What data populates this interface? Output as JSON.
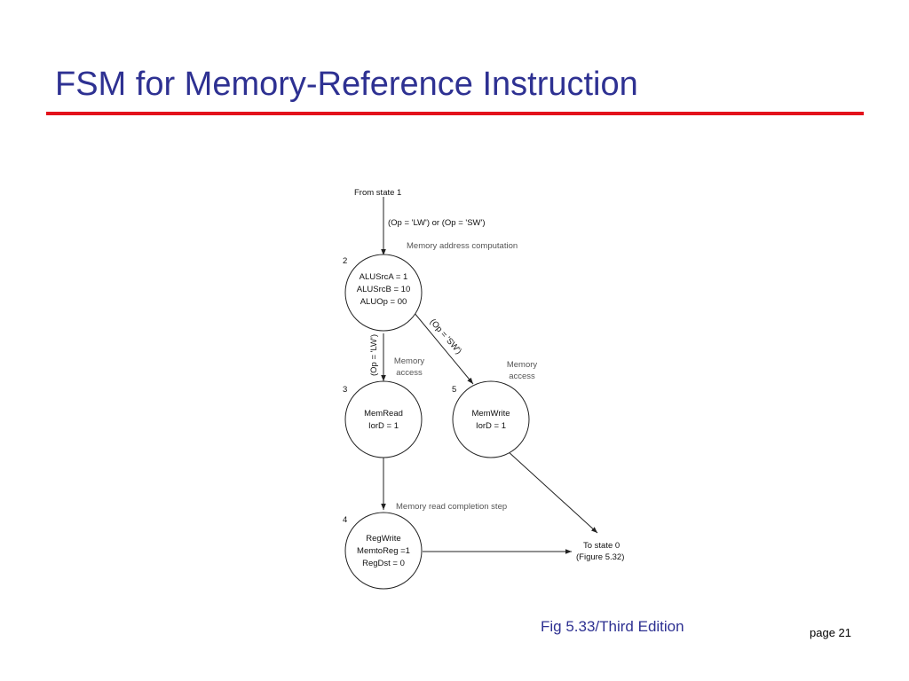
{
  "slide": {
    "title": "FSM for Memory-Reference Instruction",
    "caption": "Fig 5.33/Third Edition",
    "page": "page 21",
    "title_color": "#2e3192",
    "rule_color": "#e3121b"
  },
  "diagram": {
    "from_state": "From state 1",
    "entry_condition": "(Op = 'LW') or (Op = 'SW')",
    "stage_address": "Memory address computation",
    "stage_access_left_1": "Memory",
    "stage_access_left_2": "access",
    "stage_access_right_1": "Memory",
    "stage_access_right_2": "access",
    "stage_completion": "Memory read completion step",
    "cond_lw": "(Op = 'LW')",
    "cond_sw": "(Op = 'SW')",
    "to_state_1": "To state 0",
    "to_state_2": "(Figure 5.32)",
    "states": [
      {
        "number": "2",
        "lines": [
          "ALUSrcA = 1",
          "ALUSrcB = 10",
          "ALUOp = 00"
        ]
      },
      {
        "number": "3",
        "lines": [
          "MemRead",
          "IorD = 1"
        ]
      },
      {
        "number": "5",
        "lines": [
          "MemWrite",
          "IorD = 1"
        ]
      },
      {
        "number": "4",
        "lines": [
          "RegWrite",
          "MemtoReg =1",
          "RegDst = 0"
        ]
      }
    ]
  }
}
